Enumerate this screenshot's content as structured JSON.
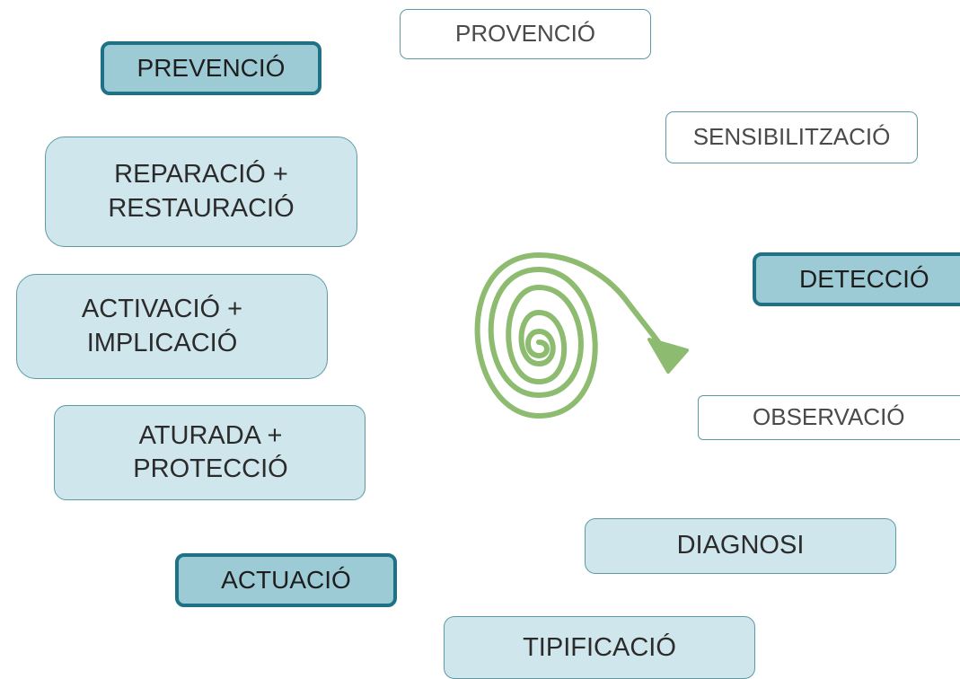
{
  "boxes": {
    "provencio": "PROVENCIÓ",
    "prevencio": "PREVENCIÓ",
    "sensibilitzacio": "SENSIBILITZACIÓ",
    "reparacio": {
      "line1": "REPARACIÓ +",
      "line2": "RESTAURACIÓ"
    },
    "deteccio": "DETECCIÓ",
    "activacio": {
      "line1": "ACTIVACIÓ +",
      "line2": "IMPLICACIÓ"
    },
    "observacio": "OBSERVACIÓ",
    "aturada": {
      "line1": "ATURADA +",
      "line2": "PROTECCIÓ"
    },
    "diagnosi": "DIAGNOSI",
    "actuacio": "ACTUACIÓ",
    "tipificacio": "TIPIFICACIÓ"
  },
  "colors": {
    "phase_fill": "#9ccbd5",
    "phase_border": "#1f7186",
    "step_fill": "#cfe6ec",
    "step_border": "#5d9aa7",
    "spiral": "#8dbb6f"
  },
  "icons": {
    "center": "spiral-arrow-icon"
  }
}
